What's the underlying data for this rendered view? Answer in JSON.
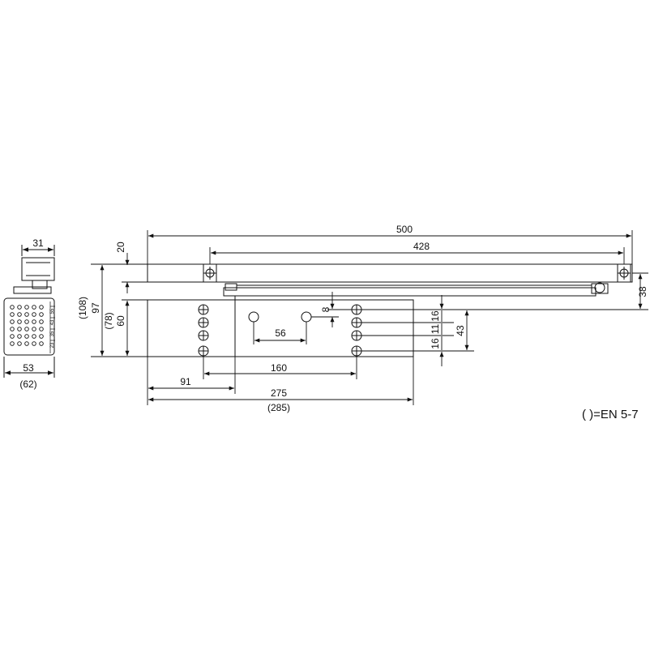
{
  "side_view": {
    "width_top": "31",
    "width_bottom": "53",
    "width_bottom_en": "(62)",
    "width_top_tiny_labels": [
      "55",
      "43",
      "35",
      "23"
    ]
  },
  "front_view": {
    "overall_length": "500",
    "arm_length": "428",
    "arm_offset_top": "20",
    "height_arm": "97",
    "height_arm_en": "(108)",
    "height_body": "60",
    "height_body_en": "(78)",
    "arm_drop": "38",
    "hole_offset": "8",
    "hole_spacing_small": "56",
    "hole_spacing_160": "160",
    "left_offset": "91",
    "body_length": "275",
    "body_length_en": "(285)",
    "vert_16_top": "16",
    "vert_11": "11",
    "vert_16_bottom": "16",
    "vert_43": "43"
  },
  "legend": {
    "note": "( )=EN 5-7"
  }
}
